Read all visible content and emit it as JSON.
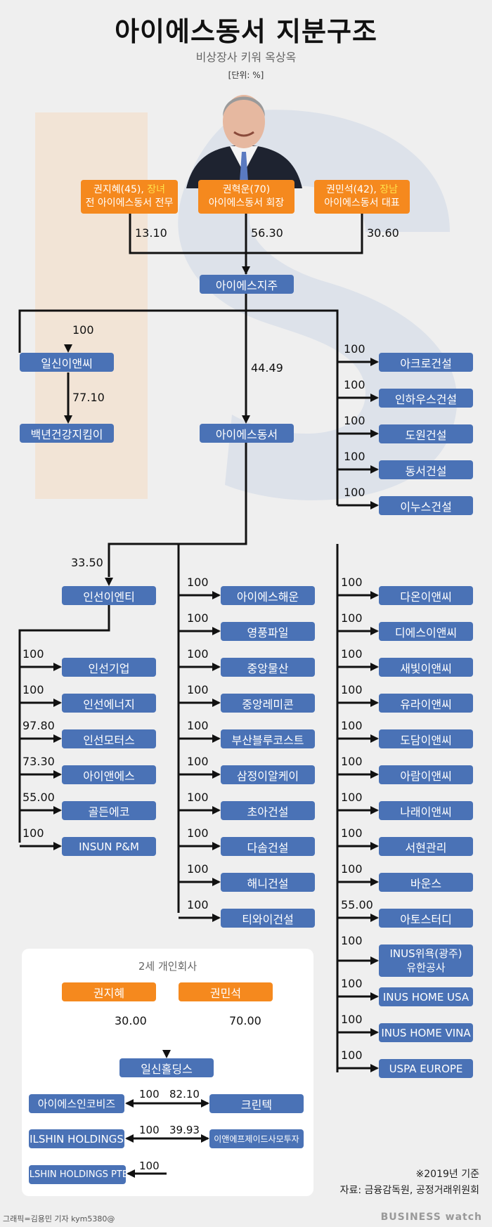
{
  "title": "아이에스동서 지분구조",
  "subtitle": "비상장사 키워 옥상옥",
  "unit": "[단위: %]",
  "colors": {
    "entity": "#4a72b6",
    "person": "#f5891e",
    "relation": "#ffe14a",
    "line": "#111111"
  },
  "persons": {
    "daughter": {
      "name": "권지혜(45), ",
      "relation": "장녀",
      "role": "전 아이에스동서 전무"
    },
    "chairman": {
      "name": "권혁운(70)",
      "role": "아이에스동서 회장"
    },
    "son": {
      "name": "권민석(42), ",
      "relation": "장남",
      "role": "아이에스동서 대표"
    }
  },
  "stakes": {
    "daughter": "13.10",
    "chairman": "56.30",
    "son": "30.60"
  },
  "holding": "아이에스지주",
  "ilsin": {
    "name": "일신이앤씨",
    "pct": "100",
    "sub": "백년건강지킴이",
    "sub_pct": "77.10"
  },
  "dongseo_pct": "44.49",
  "dongseo": "아이에스동서",
  "holding_subs": [
    {
      "name": "아크로건설",
      "pct": "100"
    },
    {
      "name": "인하우스건설",
      "pct": "100"
    },
    {
      "name": "도원건설",
      "pct": "100"
    },
    {
      "name": "동서건설",
      "pct": "100"
    },
    {
      "name": "이누스건설",
      "pct": "100"
    }
  ],
  "inseon": {
    "name": "인선이엔티",
    "pct": "33.50"
  },
  "inseon_subs": [
    {
      "name": "인선기업",
      "pct": "100"
    },
    {
      "name": "인선에너지",
      "pct": "100"
    },
    {
      "name": "인선모터스",
      "pct": "97.80"
    },
    {
      "name": "아이앤에스",
      "pct": "73.30"
    },
    {
      "name": "골든에코",
      "pct": "55.00"
    },
    {
      "name": "INSUN P&M",
      "pct": "100"
    }
  ],
  "middle_subs": [
    {
      "name": "아이에스해운",
      "pct": "100"
    },
    {
      "name": "영풍파일",
      "pct": "100"
    },
    {
      "name": "중앙물산",
      "pct": "100"
    },
    {
      "name": "중앙레미콘",
      "pct": "100"
    },
    {
      "name": "부산블루코스트",
      "pct": "100"
    },
    {
      "name": "삼정이알케이",
      "pct": "100"
    },
    {
      "name": "초아건설",
      "pct": "100"
    },
    {
      "name": "다솜건설",
      "pct": "100"
    },
    {
      "name": "해니건설",
      "pct": "100"
    },
    {
      "name": "티와이건설",
      "pct": "100"
    }
  ],
  "right_subs": [
    {
      "name": "다온이앤씨",
      "pct": "100"
    },
    {
      "name": "디에스이앤씨",
      "pct": "100"
    },
    {
      "name": "새빛이앤씨",
      "pct": "100"
    },
    {
      "name": "유라이앤씨",
      "pct": "100"
    },
    {
      "name": "도담이앤씨",
      "pct": "100"
    },
    {
      "name": "아람이앤씨",
      "pct": "100"
    },
    {
      "name": "나래이앤씨",
      "pct": "100"
    },
    {
      "name": "서현관리",
      "pct": "100"
    },
    {
      "name": "바운스",
      "pct": "100"
    },
    {
      "name": "아토스터디",
      "pct": "55.00"
    },
    {
      "name": "INUS위욕(광주)",
      "name2": "유한공사",
      "pct": "100"
    },
    {
      "name": "INUS HOME USA",
      "pct": "100"
    },
    {
      "name": "INUS HOME VINA",
      "pct": "100"
    },
    {
      "name": "USPA EUROPE",
      "pct": "100"
    }
  ],
  "second_gen": {
    "title": "2세 개인회사",
    "owners": [
      {
        "name": "권지혜",
        "pct": "30.00"
      },
      {
        "name": "권민석",
        "pct": "70.00"
      }
    ],
    "company": "일신홀딩스",
    "subs_left": [
      {
        "name": "아이에스인코비즈",
        "pct": "100"
      },
      {
        "name": "ILSHIN HOLDINGS",
        "pct": "100"
      },
      {
        "name": "ILSHIN HOLDINGS PTE",
        "pct": "100"
      }
    ],
    "subs_right": [
      {
        "name": "크린텍",
        "pct": "82.10"
      },
      {
        "name": "이앤에프제이드사모투자",
        "pct": "39.93"
      }
    ]
  },
  "notes": {
    "base": "※2019년 기준",
    "source": "자료: 금융감독원, 공정거래위원회"
  },
  "credit": "그래픽=김용민 기자 kym5380@",
  "brand": "BUSINESS watch"
}
